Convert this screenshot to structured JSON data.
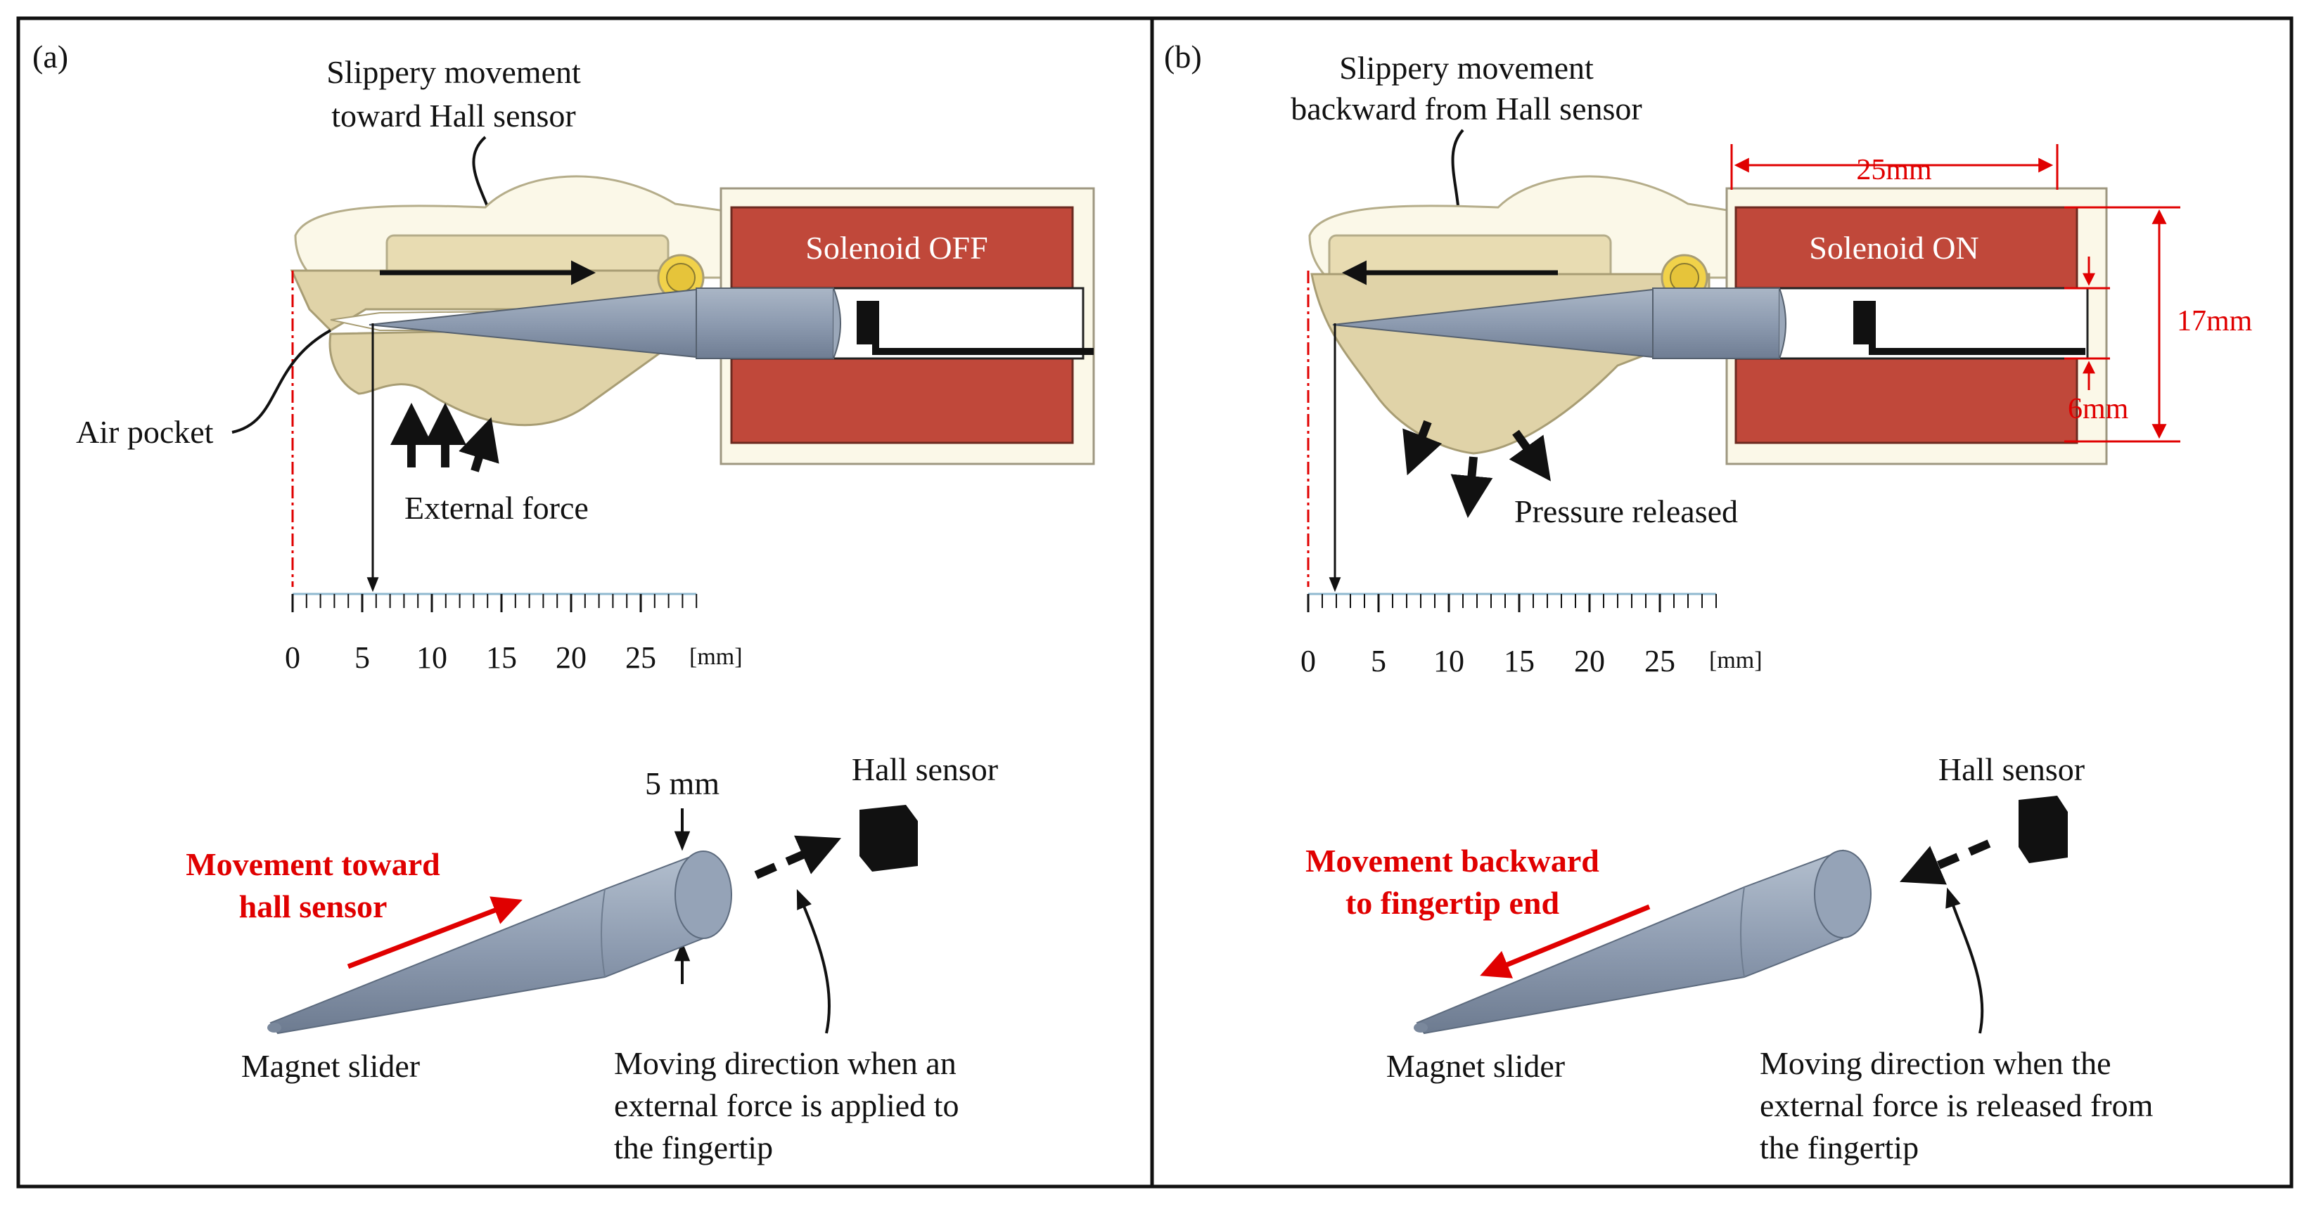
{
  "panels": [
    {
      "tag": "(a)",
      "top_caption_line1": "Slippery movement",
      "top_caption_line2": "toward Hall sensor",
      "solenoid_label": "Solenoid OFF",
      "air_pocket_label": "Air pocket",
      "force_label": "External force",
      "ruler_ticks": [
        "0",
        "5",
        "10",
        "15",
        "20",
        "25"
      ],
      "ruler_unit": "[mm]",
      "magnet_label": "Magnet slider",
      "hall_label": "Hall sensor",
      "width_label": "5 mm",
      "movement_line1": "Movement toward",
      "movement_line2": "hall sensor",
      "direction_line1": "Moving direction when an",
      "direction_line2": "external force is applied to",
      "direction_line3": "the fingertip"
    },
    {
      "tag": "(b)",
      "top_caption_line1": "Slippery movement",
      "top_caption_line2": "backward from Hall sensor",
      "solenoid_label": "Solenoid ON",
      "force_label": "Pressure released",
      "dim_width": "25mm",
      "dim_height": "17mm",
      "dim_gap": "6mm",
      "ruler_ticks": [
        "0",
        "5",
        "10",
        "15",
        "20",
        "25"
      ],
      "ruler_unit": "[mm]",
      "magnet_label": "Magnet slider",
      "hall_label": "Hall sensor",
      "movement_line1": "Movement backward",
      "movement_line2": "to fingertip end",
      "direction_line1": "Moving direction when the",
      "direction_line2": "external force is released from",
      "direction_line3": "the fingertip"
    }
  ],
  "colors": {
    "coil": "#c0483a",
    "housing": "#fbf8e8",
    "fingertip_body": "#e0d3a8",
    "magnet": "#8e9cb0",
    "annotation_red": "#e00000",
    "ruler_line": "#8fb8d0"
  }
}
